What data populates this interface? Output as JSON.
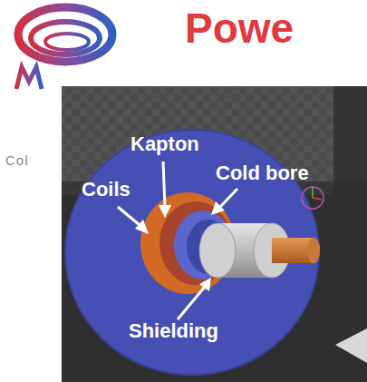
{
  "diagram": {
    "title": "Powe",
    "labels": [
      "Kapton",
      "Coils",
      "Cold bore",
      "Shielding",
      "Col"
    ]
  }
}
